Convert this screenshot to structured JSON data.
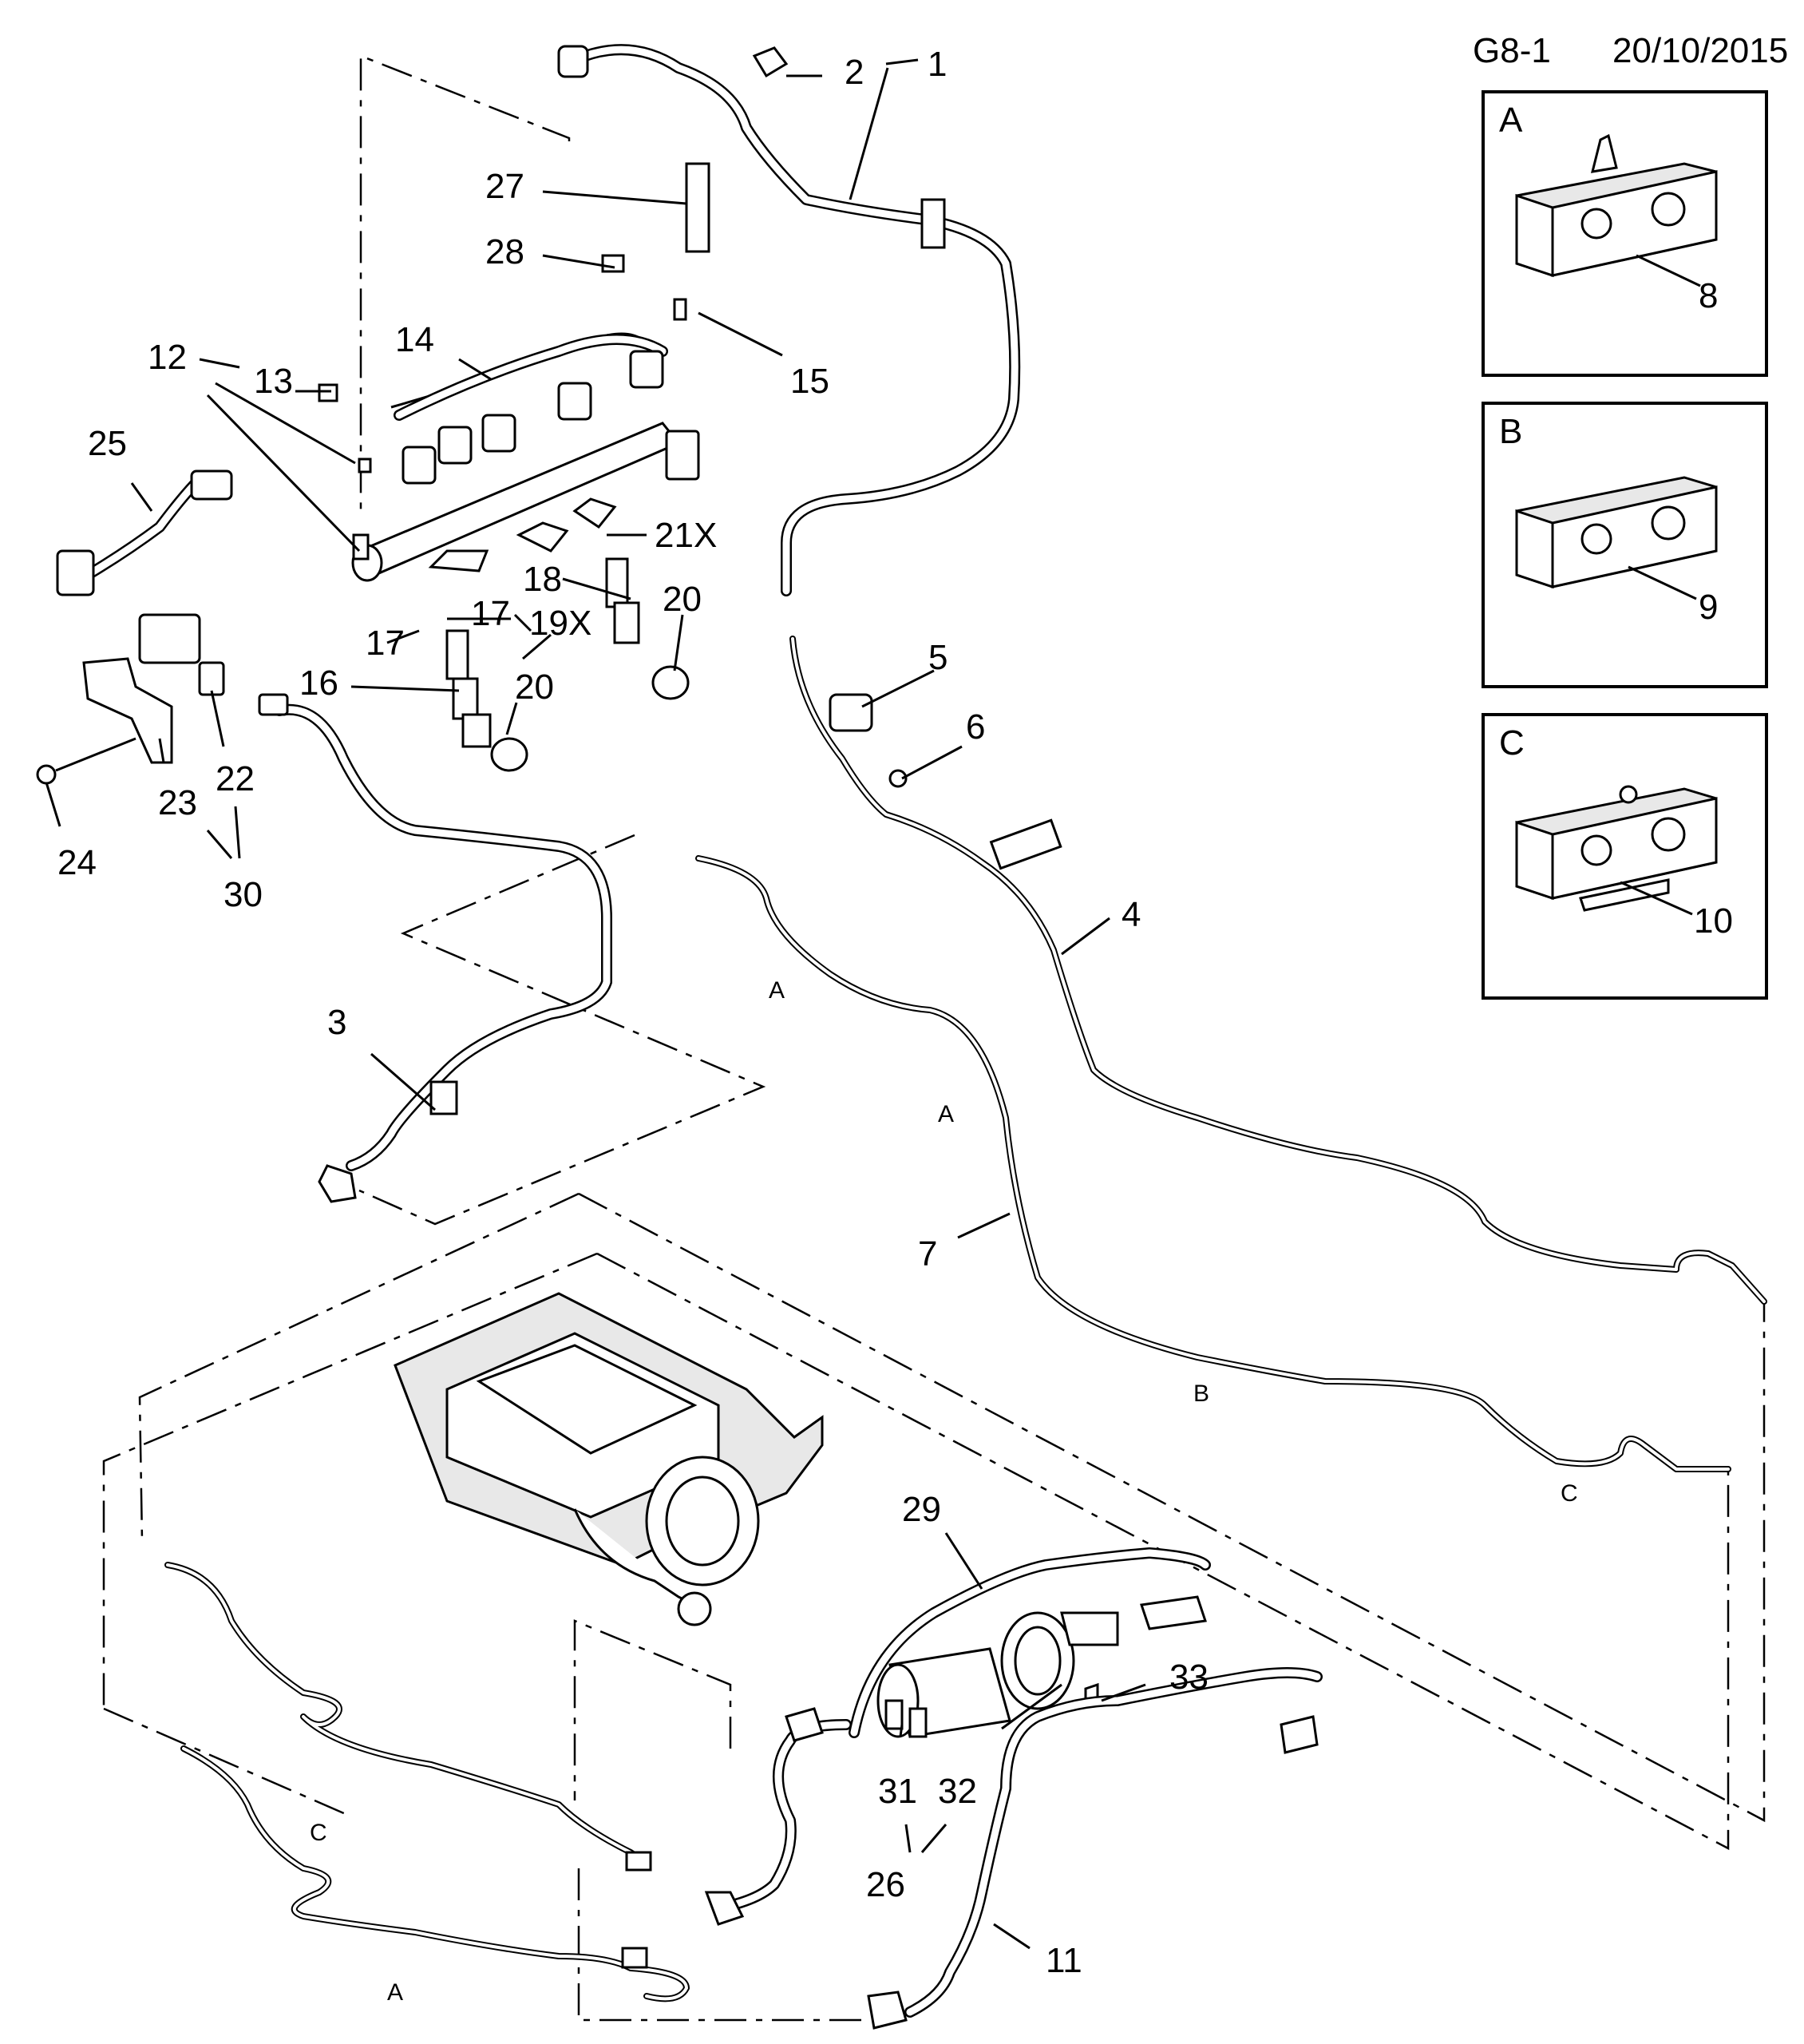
{
  "header": {
    "code": "G8-1",
    "date": "20/10/2015"
  },
  "insets": [
    {
      "letter": "A",
      "part": "8"
    },
    {
      "letter": "B",
      "part": "9"
    },
    {
      "letter": "C",
      "part": "10"
    }
  ],
  "callouts": {
    "c1": "1",
    "c2": "2",
    "c3": "3",
    "c4": "4",
    "c5": "5",
    "c6": "6",
    "c7": "7",
    "c11": "11",
    "c12": "12",
    "c13": "13",
    "c14": "14",
    "c15": "15",
    "c16": "16",
    "c17a": "17",
    "c17b": "17",
    "c18": "18",
    "c19x": "19X",
    "c20a": "20",
    "c20b": "20",
    "c21x": "21X",
    "c22": "22",
    "c23": "23",
    "c24": "24",
    "c25": "25",
    "c26": "26",
    "c27": "27",
    "c28": "28",
    "c29": "29",
    "c30": "30",
    "c31": "31",
    "c32": "32",
    "c33": "33"
  },
  "clip_markers": {
    "m_a1": "A",
    "m_a2": "A",
    "m_b1": "B",
    "m_c1": "C",
    "m_c2": "C",
    "m_a3": "A"
  },
  "colors": {
    "line": "#000000",
    "background": "#ffffff",
    "shade": "#e8e8e8"
  }
}
